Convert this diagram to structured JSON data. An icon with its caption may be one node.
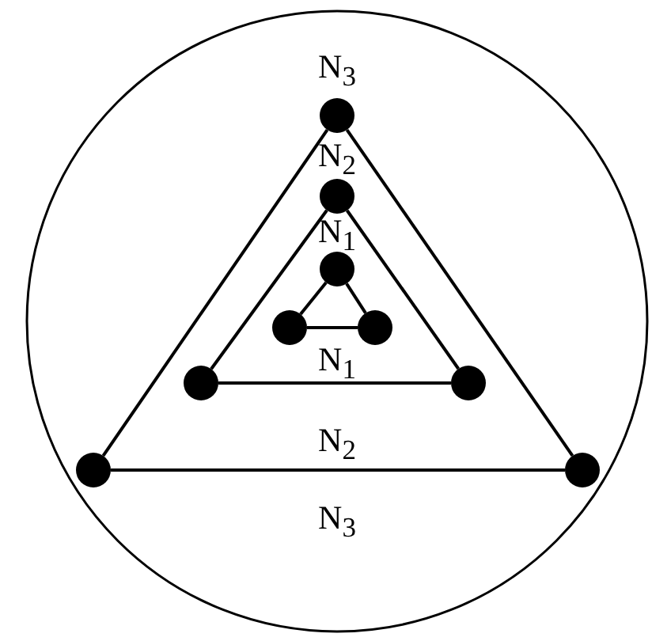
{
  "diagram": {
    "nodes": [
      {
        "text": [],
        "shape": "circle"
      },
      {
        "text": [],
        "shape": "circle"
      },
      {
        "text": [],
        "shape": "circle"
      },
      {
        "text": [],
        "shape": "circle"
      },
      {
        "text": [],
        "shape": "circle"
      },
      {
        "text": [],
        "shape": "circle"
      },
      {
        "text": [],
        "shape": "circle"
      },
      {
        "text": [],
        "shape": "circle"
      },
      {
        "text": [],
        "shape": "circle"
      }
    ],
    "edges": [
      {
        "from": 0,
        "to": 7,
        "arrow": "none"
      },
      {
        "from": 0,
        "to": 8,
        "arrow": "none"
      },
      {
        "from": 7,
        "to": 8,
        "arrow": "none"
      },
      {
        "from": 1,
        "to": 5,
        "arrow": "none"
      },
      {
        "from": 1,
        "to": 6,
        "arrow": "none"
      },
      {
        "from": 5,
        "to": 6,
        "arrow": "none"
      },
      {
        "from": 2,
        "to": 3,
        "arrow": "none"
      },
      {
        "from": 2,
        "to": 4,
        "arrow": "none"
      },
      {
        "from": 3,
        "to": 4,
        "arrow": "none"
      }
    ],
    "labels": [
      "N$_{3}$",
      "N$_{2}$",
      "N$_{1}$",
      "N$_{1}$",
      "N$_{2}$",
      "N$_{3}$"
    ]
  }
}
